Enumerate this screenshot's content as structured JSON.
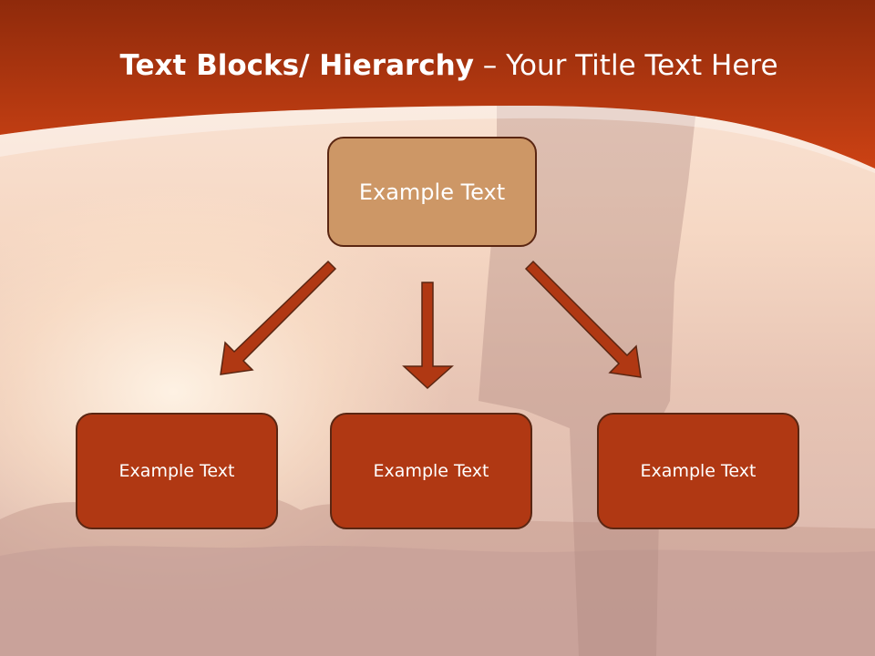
{
  "title": {
    "bold": "Text Blocks/ Hierarchy",
    "dash": " – ",
    "rest": "Your Title Text Here"
  },
  "diagram": {
    "root": "Example Text",
    "children": [
      "Example Text",
      "Example Text",
      "Example Text"
    ]
  },
  "colors": {
    "header": "#c23f15",
    "root_box": "#cd9766",
    "child_box": "#b03813",
    "arrow": "#b03813",
    "border": "#5a2612"
  }
}
